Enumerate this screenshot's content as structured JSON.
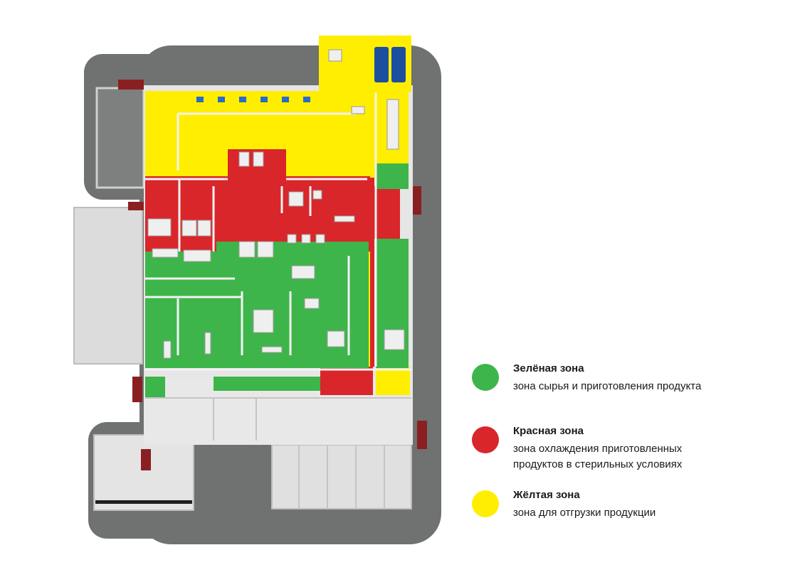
{
  "colors": {
    "green": "#3db54a",
    "red": "#d9262a",
    "yellow": "#ffee00",
    "white_zone": "#e6e6e6",
    "asphalt": "#6f7270"
  },
  "legend": [
    {
      "key": "green",
      "title": "Зелёная зона",
      "description_lines": [
        "зона сырья и приготовления продукта"
      ],
      "color": "#3db54a"
    },
    {
      "key": "red",
      "title": "Красная зона",
      "description_lines": [
        "зона охлаждения приготовленных",
        "продуктов в стерильных условиях"
      ],
      "color": "#d9262a"
    },
    {
      "key": "yellow",
      "title": "Жёлтая зона",
      "description_lines": [
        "зона для отгрузки продукции"
      ],
      "color": "#ffee00"
    }
  ]
}
